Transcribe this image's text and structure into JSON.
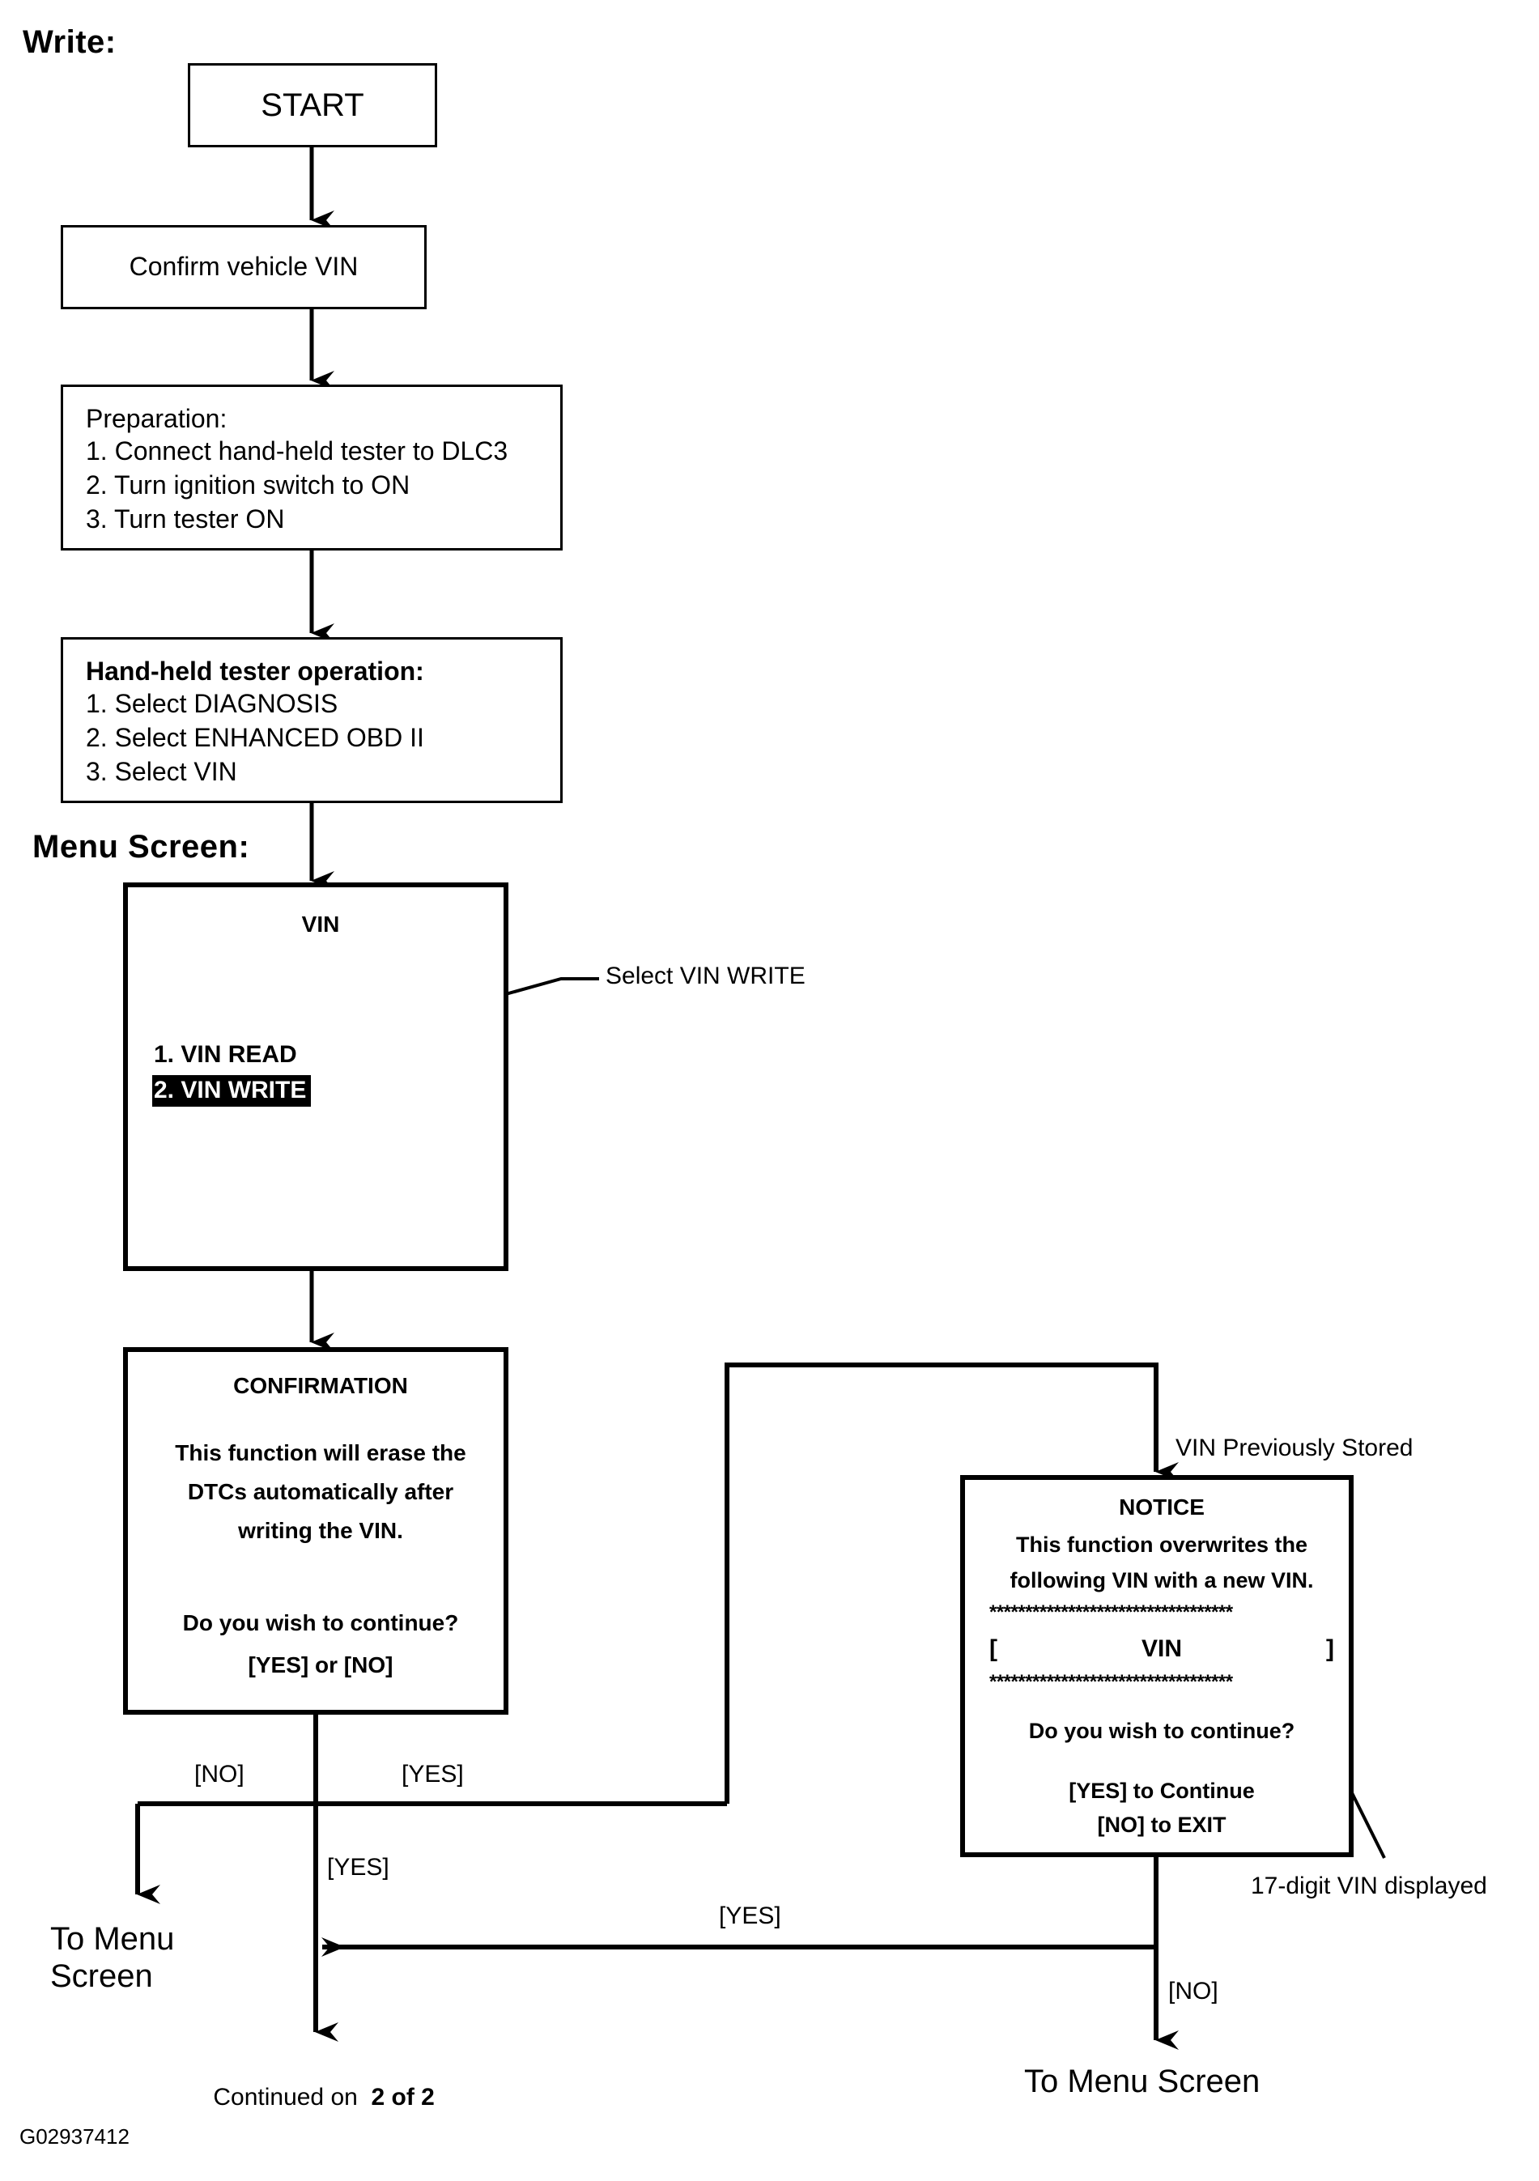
{
  "page": {
    "section_label": "Write:",
    "menu_screen_label": "Menu Screen:",
    "figure_id": "G02937412"
  },
  "nodes": {
    "start": {
      "label": "START"
    },
    "confirm_vin": {
      "label": "Confirm vehicle VIN"
    },
    "preparation": {
      "heading": "Preparation:",
      "step1": "1. Connect hand-held tester to DLC3",
      "step2": "2. Turn ignition switch to ON",
      "step3": "3. Turn tester ON"
    },
    "tester_operation": {
      "heading": "Hand-held tester operation:",
      "step1": "1. Select DIAGNOSIS",
      "step2": "2. Select ENHANCED OBD II",
      "step3": "3. Select VIN"
    },
    "vin_menu": {
      "title": "VIN",
      "item1": "1. VIN READ",
      "item2": "2. VIN WRITE"
    },
    "confirmation": {
      "title": "CONFIRMATION",
      "line1": "This function will erase the",
      "line2": "DTCs automatically after",
      "line3": "writing the VIN.",
      "question": "Do you wish to continue?",
      "options": "[YES] or [NO]"
    },
    "notice": {
      "title": "NOTICE",
      "line1": "This function overwrites the",
      "line2": "following VIN with a new VIN.",
      "asterisks_top": "**********************************",
      "vin_bracket_open": "[",
      "vin_placeholder": "VIN",
      "vin_bracket_close": "]",
      "asterisks_bottom": "**********************************",
      "question": "Do you wish to continue?",
      "option_yes": "[YES] to Continue",
      "option_no": "[NO] to EXIT"
    }
  },
  "callouts": {
    "select_vin_write": "Select VIN WRITE",
    "vin_previously_stored": "VIN Previously Stored",
    "vin_17_digit": "17-digit VIN displayed"
  },
  "edges": {
    "confirmation_no": "[NO]",
    "confirmation_yes_right": "[YES]",
    "confirmation_yes_down": "[YES]",
    "notice_yes": "[YES]",
    "notice_no": "[NO]"
  },
  "terminals": {
    "to_menu_screen_left": "To Menu\nScreen",
    "continued_prefix": "Continued on  ",
    "continued_ref": "2 of 2",
    "to_menu_screen_right": "To Menu Screen"
  },
  "colors": {
    "ink": "#000000",
    "paper": "#ffffff",
    "highlight_bg": "#000000",
    "highlight_fg": "#ffffff"
  }
}
